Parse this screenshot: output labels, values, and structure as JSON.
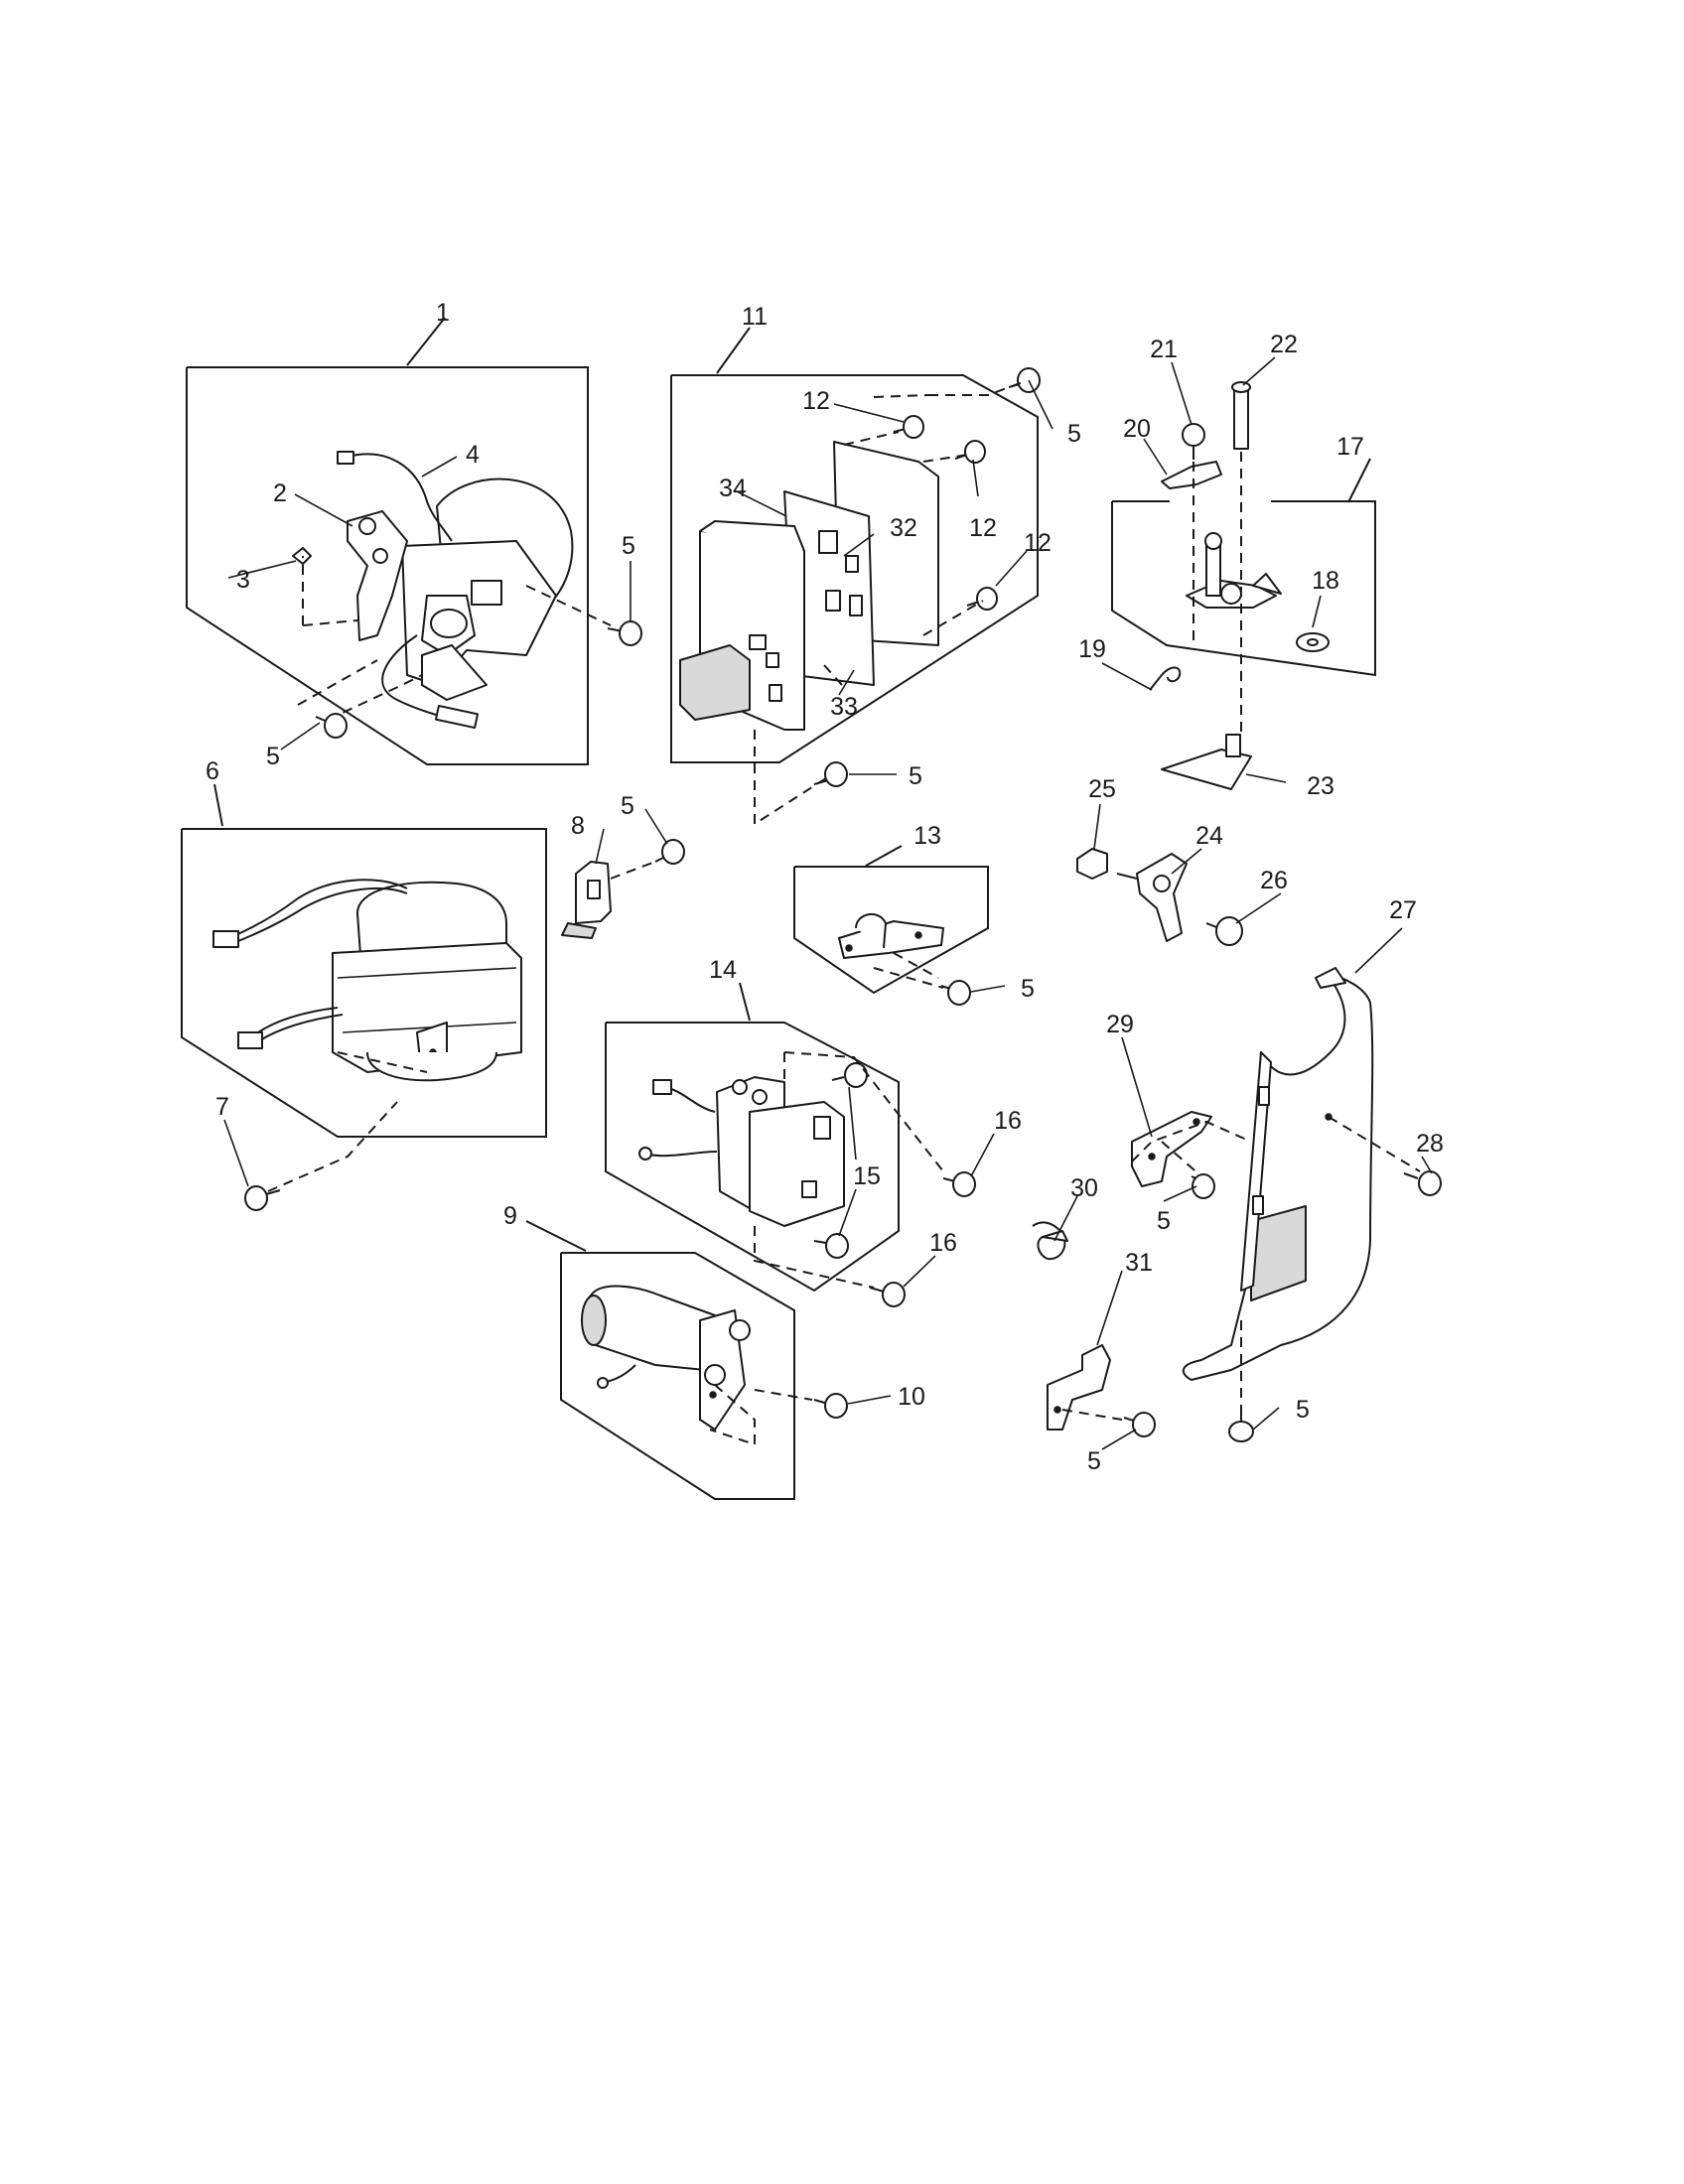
{
  "callouts": {
    "c1": "1",
    "c2": "2",
    "c3": "3",
    "c4": "4",
    "c5a": "5",
    "c5b": "5",
    "c5c": "5",
    "c5d": "5",
    "c5e": "5",
    "c5f": "5",
    "c5g": "5",
    "c5h": "5",
    "c5i": "5",
    "c6": "6",
    "c7": "7",
    "c8": "8",
    "c9": "9",
    "c10": "10",
    "c11": "11",
    "c12a": "12",
    "c12b": "12",
    "c12c": "12",
    "c13": "13",
    "c14": "14",
    "c15": "15",
    "c16a": "16",
    "c16b": "16",
    "c17": "17",
    "c18": "18",
    "c19": "19",
    "c20": "20",
    "c21": "21",
    "c22": "22",
    "c23": "23",
    "c24": "24",
    "c25": "25",
    "c26": "26",
    "c27": "27",
    "c28": "28",
    "c29": "29",
    "c30": "30",
    "c31": "31",
    "c32": "32",
    "c33": "33",
    "c34": "34"
  }
}
